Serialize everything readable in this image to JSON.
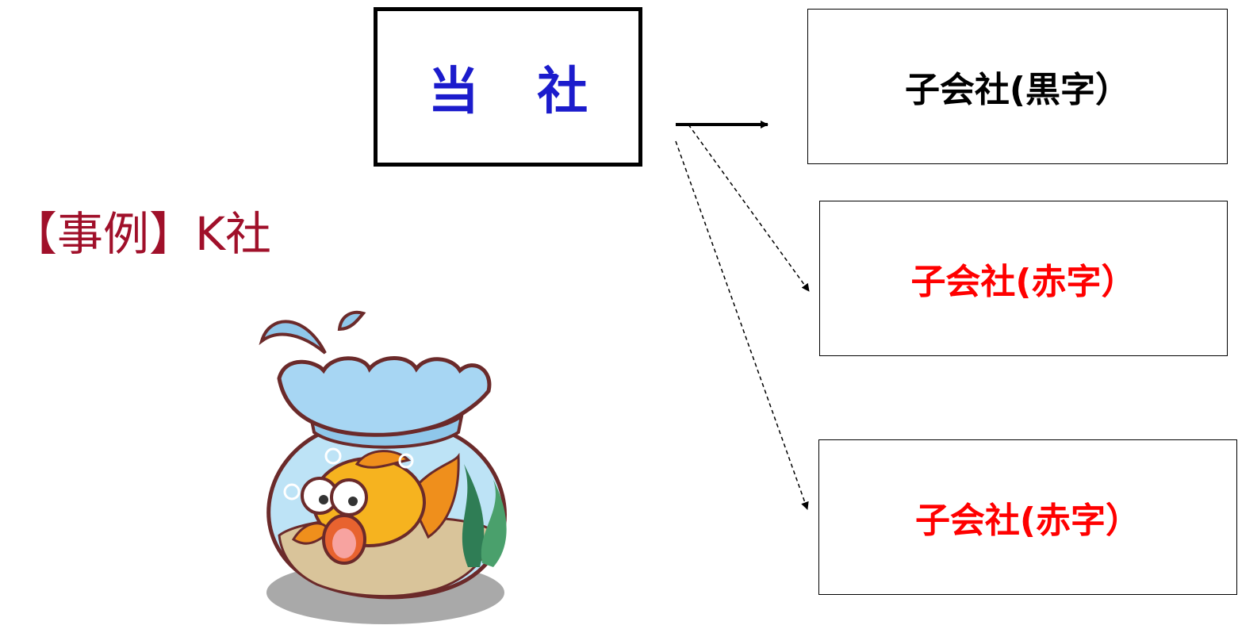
{
  "parent": {
    "label": "当 社",
    "color": "#1b1bcc"
  },
  "children": [
    {
      "label": "子会社(黒字）",
      "color": "#000000",
      "status": "黒字"
    },
    {
      "label": "子会社(赤字）",
      "color": "#ff0000",
      "status": "赤字"
    },
    {
      "label": "子会社(赤字）",
      "color": "#ff0000",
      "status": "赤字"
    }
  ],
  "case_label": {
    "text": "【事例】K社",
    "color": "#a0102a"
  },
  "links": [
    {
      "from": "当 社",
      "to": 0,
      "style": "solid"
    },
    {
      "from": "当 社",
      "to": 1,
      "style": "dashed"
    },
    {
      "from": "当 社",
      "to": 2,
      "style": "dashed"
    }
  ],
  "illustration": {
    "icon": "goldfish-bowl-icon"
  }
}
